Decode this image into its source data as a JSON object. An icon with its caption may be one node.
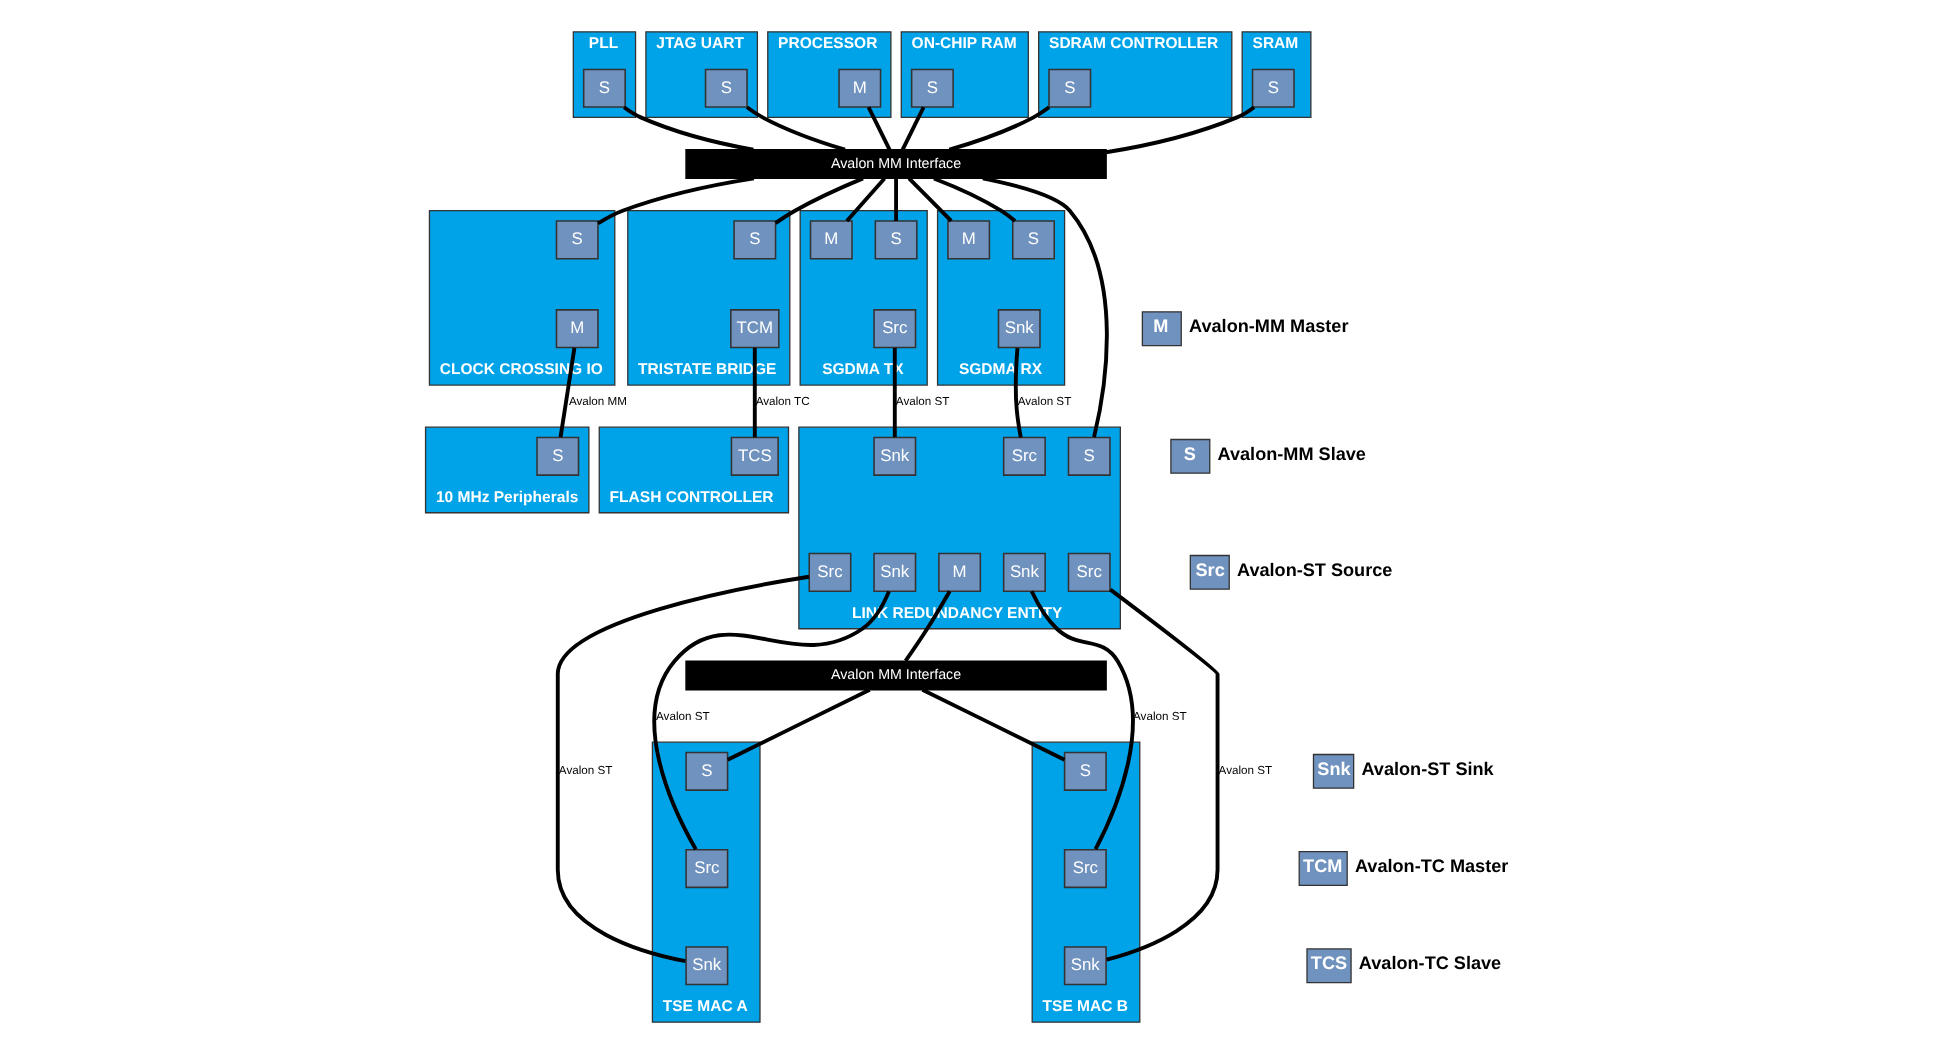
{
  "diagram": {
    "nodes": [
      {
        "text": [
          "PLL"
        ]
      },
      {
        "text": [
          "S"
        ],
        "in": 0
      },
      {
        "text": [
          "JTAG UART"
        ]
      },
      {
        "text": [
          "S"
        ],
        "in": 2
      },
      {
        "text": [
          "PROCESSOR"
        ]
      },
      {
        "text": [
          "M"
        ],
        "in": 4
      },
      {
        "text": [
          "ON-CHIP RAM"
        ]
      },
      {
        "text": [
          "S"
        ],
        "in": 6
      },
      {
        "text": [
          "SDRAM CONTROLLER"
        ]
      },
      {
        "text": [
          "S"
        ],
        "in": 8
      },
      {
        "text": [
          "SRAM"
        ]
      },
      {
        "text": [
          "S"
        ],
        "in": 10
      },
      {
        "text": [
          "Avalon MM Interface"
        ]
      },
      {
        "text": [
          "CLOCK CROSSING IO"
        ]
      },
      {
        "text": [
          "S"
        ],
        "in": 13
      },
      {
        "text": [
          "M"
        ],
        "in": 13
      },
      {
        "text": [
          "TRISTATE BRIDGE"
        ]
      },
      {
        "text": [
          "S"
        ],
        "in": 16
      },
      {
        "text": [
          "TCM"
        ],
        "in": 16
      },
      {
        "text": [
          "SGDMA TX"
        ]
      },
      {
        "text": [
          "M"
        ],
        "in": 19
      },
      {
        "text": [
          "S"
        ],
        "in": 19
      },
      {
        "text": [
          "Src"
        ],
        "in": 19
      },
      {
        "text": [
          "SGDMA RX"
        ]
      },
      {
        "text": [
          "M"
        ],
        "in": 23
      },
      {
        "text": [
          "S"
        ],
        "in": 23
      },
      {
        "text": [
          "Snk"
        ],
        "in": 23
      },
      {
        "text": [
          "10 MHz Peripherals"
        ]
      },
      {
        "text": [
          "S"
        ],
        "in": 27
      },
      {
        "text": [
          "FLASH CONTROLLER"
        ]
      },
      {
        "text": [
          "TCS"
        ],
        "in": 29
      },
      {
        "text": [
          "LINK REDUNDANCY ENTITY"
        ]
      },
      {
        "text": [
          "Snk"
        ],
        "in": 31
      },
      {
        "text": [
          "Src"
        ],
        "in": 31
      },
      {
        "text": [
          "S"
        ],
        "in": 31
      },
      {
        "text": [
          "Src"
        ],
        "in": 31
      },
      {
        "text": [
          "Snk"
        ],
        "in": 31
      },
      {
        "text": [
          "M"
        ],
        "in": 31
      },
      {
        "text": [
          "Snk"
        ],
        "in": 31
      },
      {
        "text": [
          "Src"
        ],
        "in": 31
      },
      {
        "text": [
          "Avalon MM Interface"
        ]
      },
      {
        "text": [
          "TSE MAC A"
        ]
      },
      {
        "text": [
          "S"
        ],
        "in": 41
      },
      {
        "text": [
          "Src"
        ],
        "in": 41
      },
      {
        "text": [
          "Snk"
        ],
        "in": 41
      },
      {
        "text": [
          "TSE MAC B"
        ]
      },
      {
        "text": [
          "S"
        ],
        "in": 45
      },
      {
        "text": [
          "Src"
        ],
        "in": 45
      },
      {
        "text": [
          "Snk"
        ],
        "in": 45
      },
      {
        "text": [
          "M"
        ],
        "beside": [
          "Avalon-MM Master"
        ]
      },
      {
        "text": [
          "S"
        ],
        "beside": [
          "Avalon-MM Slave"
        ]
      },
      {
        "text": [
          "Src"
        ],
        "beside": [
          "Avalon-ST Source"
        ]
      },
      {
        "text": [
          "Snk"
        ],
        "beside": [
          "Avalon-ST Sink"
        ]
      },
      {
        "text": [
          "TCM"
        ],
        "beside": [
          "Avalon-TC Master"
        ]
      },
      {
        "text": [
          "TCS"
        ],
        "beside": [
          "Avalon-TC Slave"
        ]
      }
    ],
    "edges": [
      {
        "from": 1,
        "to": 12,
        "arrow": "none"
      },
      {
        "from": 3,
        "to": 12,
        "arrow": "none"
      },
      {
        "from": 5,
        "to": 12,
        "arrow": "none"
      },
      {
        "from": 7,
        "to": 12,
        "arrow": "none"
      },
      {
        "from": 9,
        "to": 12,
        "arrow": "none"
      },
      {
        "from": 11,
        "to": 12,
        "arrow": "none"
      },
      {
        "from": 12,
        "to": 14,
        "arrow": "none"
      },
      {
        "from": 12,
        "to": 17,
        "arrow": "none"
      },
      {
        "from": 12,
        "to": 20,
        "arrow": "none"
      },
      {
        "from": 12,
        "to": 21,
        "arrow": "none"
      },
      {
        "from": 12,
        "to": 24,
        "arrow": "none"
      },
      {
        "from": 12,
        "to": 25,
        "arrow": "none"
      },
      {
        "from": 12,
        "to": 34,
        "arrow": "none"
      },
      {
        "from": 15,
        "to": 28,
        "arrow": "none",
        "label": "Avalon MM"
      },
      {
        "from": 18,
        "to": 30,
        "arrow": "none",
        "label": "Avalon TC"
      },
      {
        "from": 22,
        "to": 32,
        "arrow": "none",
        "label": "Avalon ST"
      },
      {
        "from": 26,
        "to": 33,
        "arrow": "none",
        "label": "Avalon ST"
      },
      {
        "from": 35,
        "to": 44,
        "arrow": "none",
        "label": "Avalon ST"
      },
      {
        "from": 36,
        "to": 43,
        "arrow": "none",
        "label": "Avalon ST"
      },
      {
        "from": 37,
        "to": 40,
        "arrow": "none"
      },
      {
        "from": 40,
        "to": 42,
        "arrow": "none"
      },
      {
        "from": 40,
        "to": 46,
        "arrow": "none"
      },
      {
        "from": 38,
        "to": 47,
        "arrow": "none",
        "label": "Avalon ST"
      },
      {
        "from": 39,
        "to": 48,
        "arrow": "none",
        "label": "Avalon ST"
      }
    ]
  }
}
